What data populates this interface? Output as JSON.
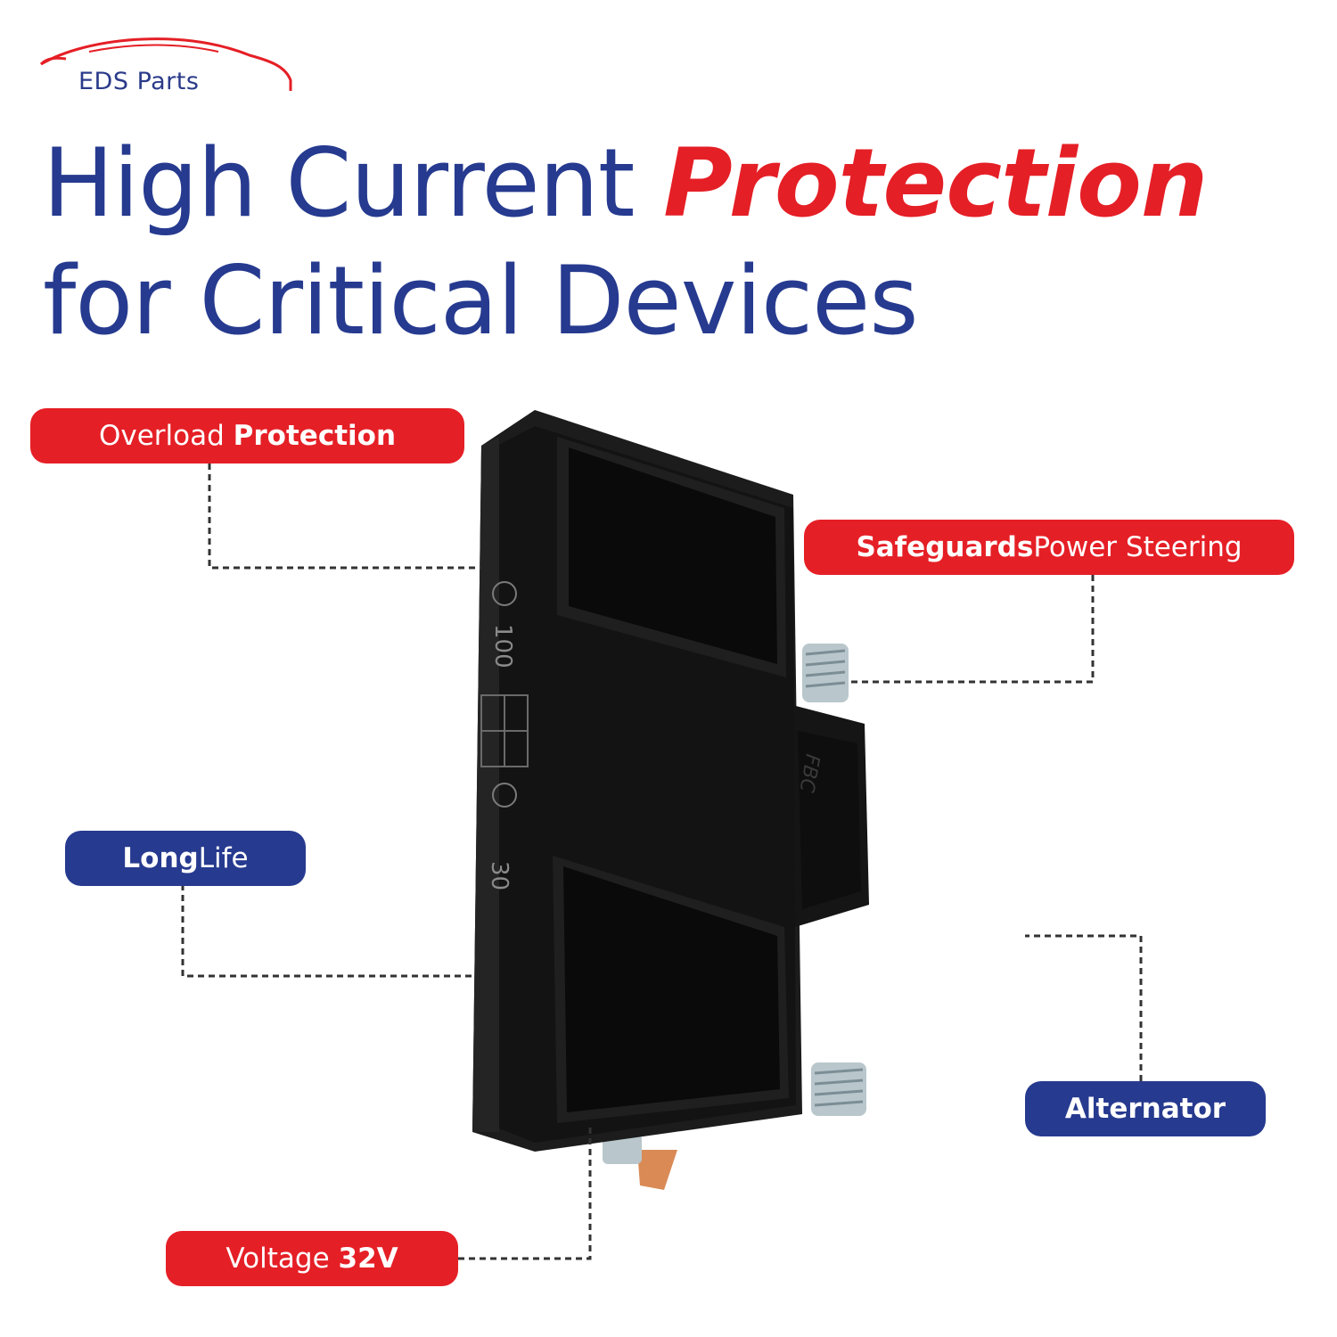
{
  "brand": {
    "name": "EDS Parts",
    "colors": {
      "blue": "#263a8f",
      "red": "#e51f26"
    }
  },
  "headline": {
    "line1_prefix": "High Current ",
    "line1_accent": "Protection",
    "line2": "for Critical Devices"
  },
  "callouts": {
    "overload": {
      "normal": "Overload ",
      "bold": "Protection"
    },
    "steering": {
      "bold": "Safeguards",
      "normal": " Power Steering"
    },
    "long_life": {
      "bold": "Long",
      "normal": " Life"
    },
    "alternator": {
      "bold": "Alternator"
    },
    "voltage": {
      "normal": "Voltage ",
      "bold": "32V"
    }
  },
  "product": {
    "markings": [
      "100",
      "30"
    ],
    "side_marking": "FBC"
  }
}
